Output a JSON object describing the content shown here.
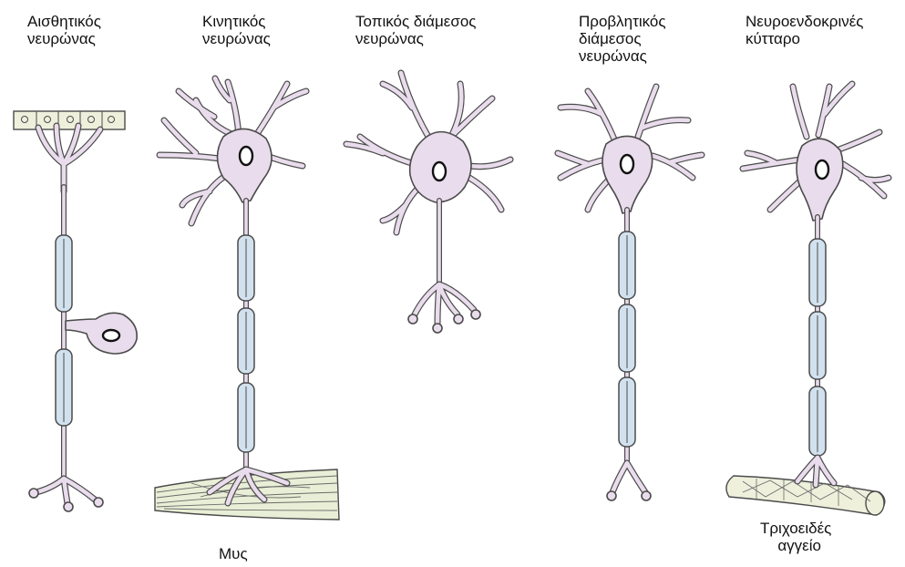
{
  "neurons": [
    {
      "title_line1": "Αισθητικός",
      "title_line2": "νευρώνας",
      "title_line3": ""
    },
    {
      "title_line1": "Κινητικός",
      "title_line2": "νευρώνας",
      "title_line3": ""
    },
    {
      "title_line1": "Τοπικός διάμεσος",
      "title_line2": "νευρώνας",
      "title_line3": ""
    },
    {
      "title_line1": "Προβλητικός",
      "title_line2": "διάμεσος",
      "title_line3": "νευρώνας"
    },
    {
      "title_line1": "Νευροενδοκρινές",
      "title_line2": "κύτταρο",
      "title_line3": ""
    }
  ],
  "targets": {
    "muscle_label": "Μυς",
    "capillary_label_line1": "Τριχοειδές",
    "capillary_label_line2": "αγγείο"
  },
  "colors": {
    "cell_body": "#e9dcec",
    "myelin": "#d2e1ee",
    "outline": "#4b4b4b",
    "skin": "#eef0dc",
    "muscle": "#e9efd6"
  }
}
